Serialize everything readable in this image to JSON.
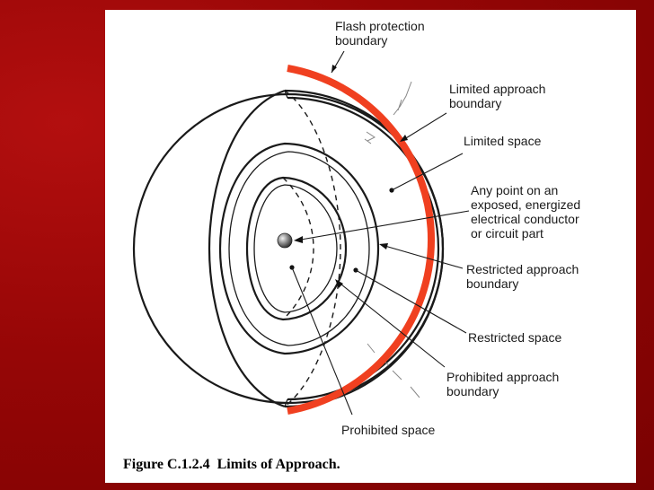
{
  "figure": {
    "caption": "Figure C.1.2.4  Limits of Approach.",
    "labels": {
      "flash": "Flash protection\nboundary",
      "limited_boundary": "Limited approach\nboundary",
      "limited_space": "Limited space",
      "point": "Any point on an\nexposed, energized\nelectrical conductor\nor circuit part",
      "restricted_boundary": "Restricted approach\nboundary",
      "restricted_space": "Restricted space",
      "prohibited_boundary": "Prohibited approach\nboundary",
      "prohibited_space": "Prohibited space"
    }
  },
  "colors": {
    "background": "#960606",
    "panel": "#ffffff",
    "flash_arc": "#f04020",
    "ink": "#1a1a1a"
  }
}
